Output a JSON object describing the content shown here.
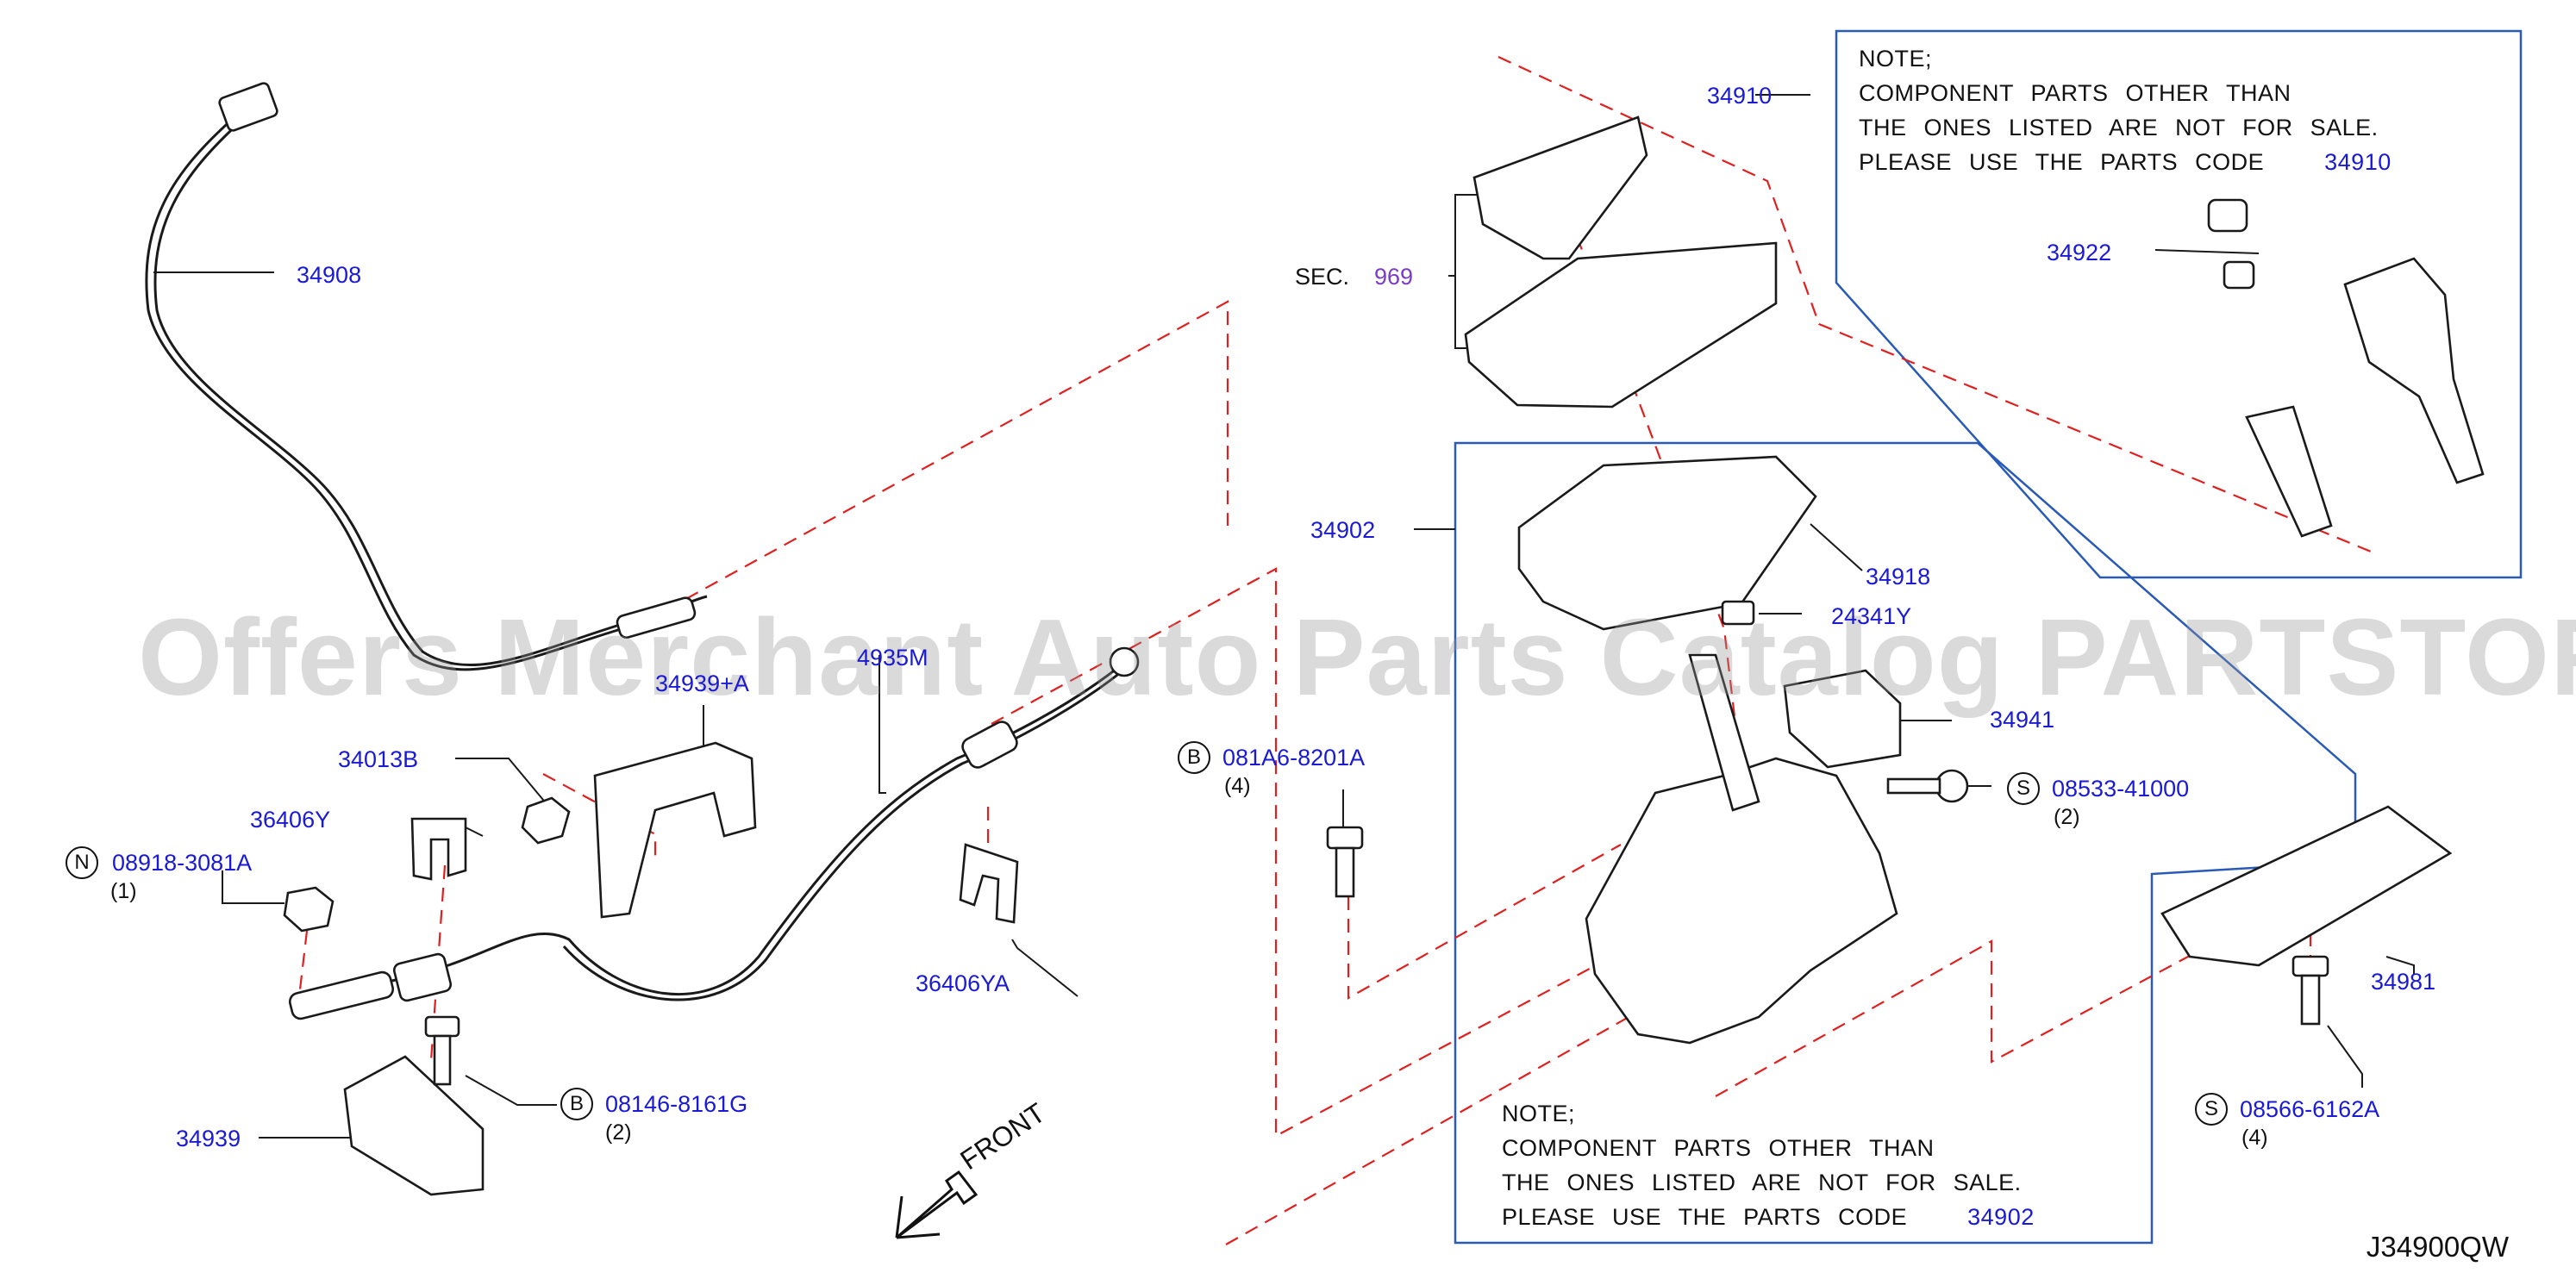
{
  "watermark": "Offers Merchant Auto Parts Catalog PARTSTORE.SA",
  "drawing_code": "J34900QW",
  "front_label": "FRONT",
  "colors": {
    "part_label": "#1a1ad6",
    "leader_dash": "#e02020",
    "frame": "#2a5ab8",
    "sec_ref": "#7a3cc8"
  },
  "sec_ref": {
    "prefix": "SEC.",
    "number": "969"
  },
  "labels": {
    "p34908": "34908",
    "p34910": "34910",
    "p34922": "34922",
    "p34902": "34902",
    "p34918": "34918",
    "p24341Y": "24341Y",
    "p34941": "34941",
    "p34981": "34981",
    "p34013B": "34013B",
    "p36406Y": "36406Y",
    "p36406YA": "36406YA",
    "p34939": "34939",
    "p34939A": "34939+A",
    "p4935M": "4935M"
  },
  "fasteners": {
    "f08918": {
      "prefix": "N",
      "code": "08918-3081A",
      "qty": "(1)"
    },
    "f08146": {
      "prefix": "B",
      "code": "08146-8161G",
      "qty": "(2)"
    },
    "f081A6": {
      "prefix": "B",
      "code": "081A6-8201A",
      "qty": "(4)"
    },
    "f08533": {
      "prefix": "S",
      "code": "08533-41000",
      "qty": "(2)"
    },
    "f08566": {
      "prefix": "S",
      "code": "08566-6162A",
      "qty": "(4)"
    }
  },
  "notes": {
    "top": {
      "line1": "NOTE;",
      "line2": "COMPONENT PARTS OTHER THAN",
      "line3": "THE ONES LISTED ARE NOT FOR SALE.",
      "line4": "PLEASE USE THE PARTS CODE",
      "code": "34910"
    },
    "bottom": {
      "line1": "NOTE;",
      "line2": "COMPONENT PARTS OTHER THAN",
      "line3": "THE ONES LISTED ARE NOT FOR SALE.",
      "line4": "PLEASE USE THE PARTS CODE",
      "code": "34902"
    }
  }
}
